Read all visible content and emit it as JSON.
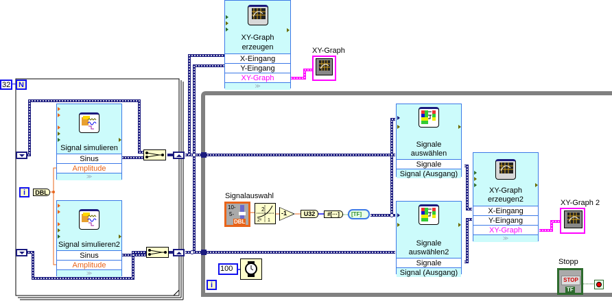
{
  "diagram": {
    "for_loop": {
      "count_constant": "32",
      "count_terminal": "N",
      "iteration_terminal": "i",
      "conversion_label": "DBL"
    },
    "express_vis": [
      {
        "title": "Signal simulieren",
        "rows": [
          "Sinus",
          "Amplitude"
        ]
      },
      {
        "title": "Signal simulieren2",
        "rows": [
          "Sinus",
          "Amplitude"
        ]
      },
      {
        "title_line1": "XY-Graph",
        "title_line2": "erzeugen",
        "rows": [
          "X-Eingang",
          "Y-Eingang",
          "XY-Graph"
        ]
      },
      {
        "title_line1": "Signale",
        "title_line2": "auswählen",
        "rows": [
          "Signale",
          "Signal (Ausgang)"
        ]
      },
      {
        "title_line1": "Signale",
        "title_line2": "auswählen2",
        "rows": [
          "Signale",
          "Signal (Ausgang)"
        ]
      },
      {
        "title_line1": "XY-Graph",
        "title_line2": "erzeugen2",
        "rows": [
          "X-Eingang",
          "Y-Eingang",
          "XY-Graph"
        ]
      }
    ],
    "indicators": {
      "xy_graph_1": "XY-Graph",
      "xy_graph_2": "XY-Graph 2",
      "stop_label": "Stopp",
      "stop_button_text": "STOP",
      "stop_type": "TF"
    },
    "controls": {
      "signal_select_label": "Signalauswahl",
      "slider_ticks": [
        "10-",
        "5-"
      ],
      "slider_type": "DBL",
      "negate_label": "-1",
      "u32_label": "U32",
      "array_label": "#[···]",
      "bool_array_label": "[TF]",
      "wait_constant": "100",
      "while_iteration_terminal": "i"
    },
    "icons": {
      "signal_sim": "signal-simulator-icon",
      "xy_graph": "xy-graph-icon",
      "select_signals": "select-signals-icon",
      "wait": "wait-clock-icon",
      "stop": "stop-condition-icon"
    },
    "colors": {
      "express_bg": "#ccfbfb",
      "express_border": "#3b78e7",
      "dynamic_wire": "#1a1a7e",
      "numeric_wire": "#e8641a",
      "xy_wire": "#ff00ff",
      "while_loop": "#808080"
    }
  }
}
